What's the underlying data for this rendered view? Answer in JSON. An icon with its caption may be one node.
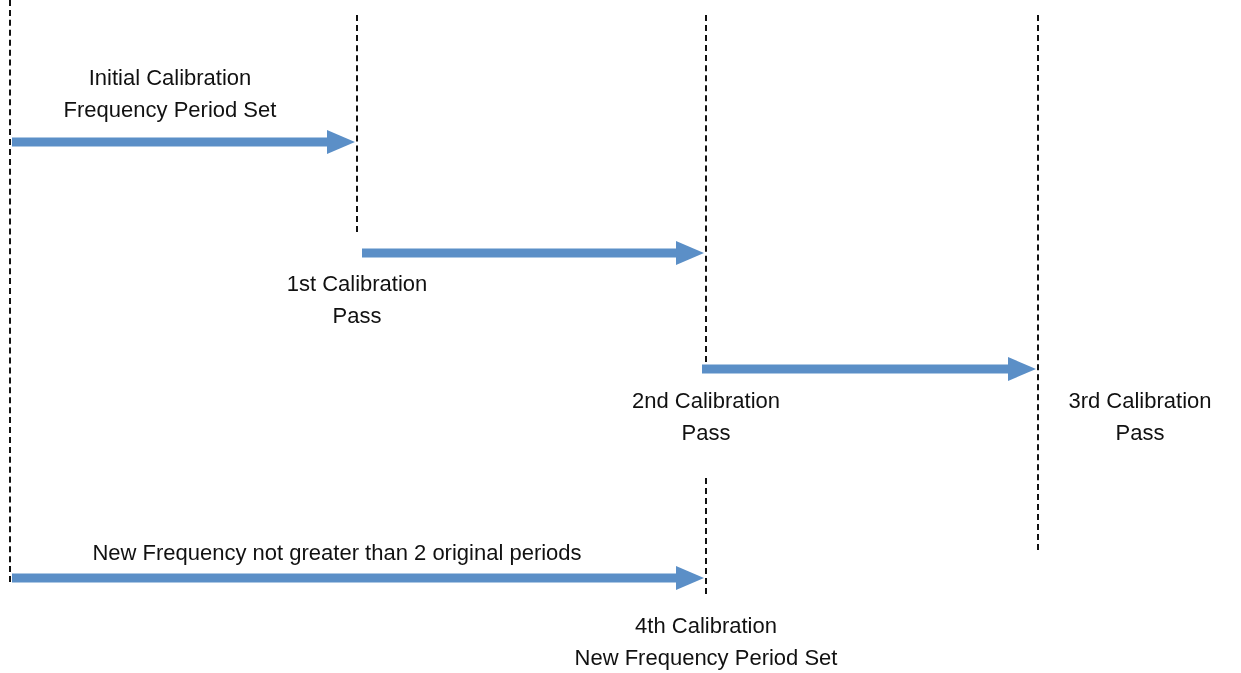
{
  "diagram": {
    "nodes": [
      {
        "text": [],
        "shape": "line"
      },
      {
        "text": [],
        "shape": "line",
        "beside": [
          "1st Calibration Pass"
        ]
      },
      {
        "text": [],
        "shape": "line",
        "beside": [
          "2nd Calibration Pass"
        ]
      },
      {
        "text": [],
        "shape": "line",
        "beside": [
          "3rd Calibration Pass"
        ]
      },
      {
        "text": [],
        "shape": "line",
        "beside": [
          "4th Calibration",
          "New Frequency Period Set"
        ]
      }
    ],
    "edges": [
      {
        "from": 0,
        "to": 1,
        "arrow": "to",
        "label": "Initial Calibration Frequency Period Set"
      },
      {
        "from": 1,
        "to": 2,
        "arrow": "to"
      },
      {
        "from": 2,
        "to": 3,
        "arrow": "to"
      },
      {
        "from": 0,
        "to": 4,
        "arrow": "to",
        "label": "New Frequency not greater than 2 original periods"
      }
    ]
  }
}
